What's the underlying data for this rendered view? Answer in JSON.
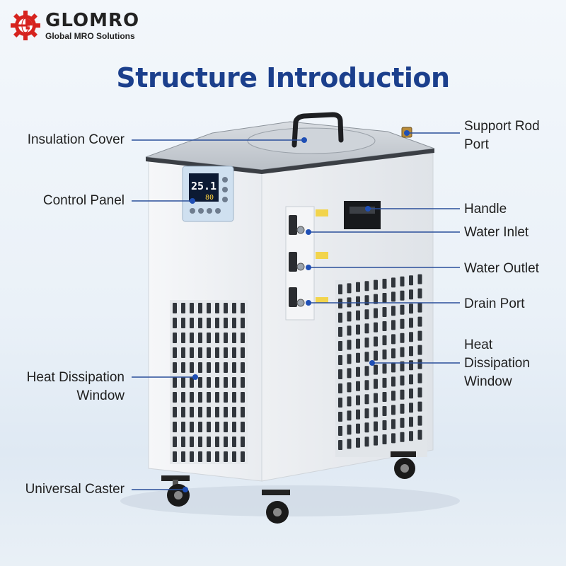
{
  "brand": {
    "name": "GLOMRO",
    "tagline": "Global MRO Solutions",
    "color": "#d6231e"
  },
  "title": "Structure Introduction",
  "display": {
    "main_reading": "25.1",
    "sub_reading": "80"
  },
  "labels": {
    "insulation_cover": "Insulation Cover",
    "control_panel": "Control Panel",
    "heat_dissipation_left_1": "Heat Dissipation",
    "heat_dissipation_left_2": "Window",
    "universal_caster": "Universal Caster",
    "support_rod_port_1": "Support Rod",
    "support_rod_port_2": "Port",
    "handle": "Handle",
    "water_inlet": "Water Inlet",
    "water_outlet": "Water Outlet",
    "drain_port": "Drain Port",
    "heat_dissipation_right_1": "Heat",
    "heat_dissipation_right_2": "Dissipation",
    "heat_dissipation_right_3": "Window"
  },
  "colors": {
    "title": "#1b3f8c",
    "callout_line": "#2a4f9a",
    "callout_dot": "#1f4fb5"
  }
}
